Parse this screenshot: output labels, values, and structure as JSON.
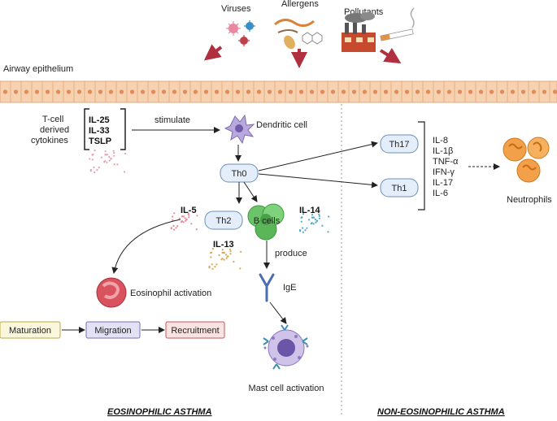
{
  "sources": {
    "viruses": "Viruses",
    "allergens": "Allergens",
    "pollutants": "Pollutants"
  },
  "epithelium_label": "Airway epithelium",
  "tcell_label": [
    "T-cell",
    "derived",
    "cytokines"
  ],
  "cytokines": [
    "IL-25",
    "IL-33",
    "TSLP"
  ],
  "stimulate": "stimulate",
  "dendritic_cell": "Dendritic cell",
  "th0": "Th0",
  "th2": "Th2",
  "b_cells": "B cells",
  "il5": "IL-5",
  "il13": "IL-13",
  "il14": "IL-14",
  "produce": "produce",
  "ige": "IgE",
  "eosinophil_activation": "Eosinophil activation",
  "maturation": "Maturation",
  "migration": "Migration",
  "recruitment": "Recruitment",
  "mast_cell_activation": "Mast cell activation",
  "th17": "Th17",
  "th1": "Th1",
  "neutrophil_cytokines": [
    "IL-8",
    "IL-1β",
    "TNF-α",
    "IFN-γ",
    "IL-17",
    "IL-6"
  ],
  "neutrophils": "Neutrophils",
  "eosinophilic_title": "EOSINOPHILIC ASTHMA",
  "non_eosinophilic_title": "NON-EOSINOPHILIC ASTHMA",
  "colors": {
    "arrow_red": "#b03040",
    "pill_fill": "#e4eefa",
    "pill_stroke": "#6d8fb8",
    "epithelium": "#f5c9a3",
    "eos": "#d9535f",
    "bcell": "#6cc46a",
    "neutrophil": "#f2a04a"
  }
}
